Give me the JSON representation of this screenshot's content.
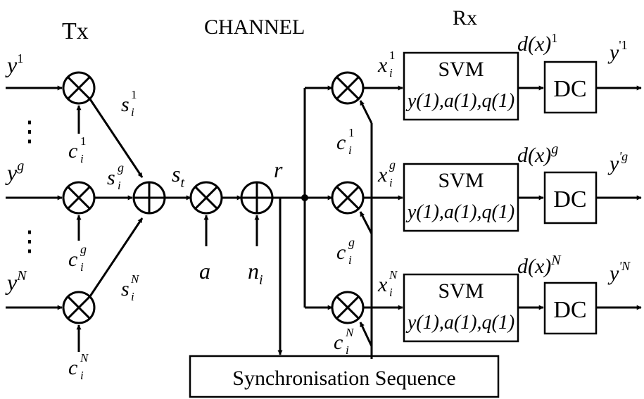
{
  "headers": {
    "tx": "Tx",
    "channel": "CHANNEL",
    "rx": "Rx"
  },
  "tx": {
    "inputs": [
      "y",
      "y",
      "y"
    ],
    "input_sups": [
      "1",
      "g",
      "N"
    ],
    "codes": [
      "c",
      "c",
      "c"
    ],
    "code_subs": [
      "i",
      "i",
      "i"
    ],
    "code_sups": [
      "1",
      "g",
      "N"
    ],
    "spread": [
      "s",
      "s",
      "s"
    ],
    "spread_subs": [
      "i",
      "i",
      "i"
    ],
    "spread_sups": [
      "1",
      "g",
      "N"
    ],
    "ellipsis": "⋮"
  },
  "channel": {
    "sum_signal": "s",
    "sum_signal_sub": "t",
    "attenuation": "a",
    "noise": "n",
    "noise_sub": "i",
    "received": "r"
  },
  "rx": {
    "codes": [
      "c",
      "c",
      "c"
    ],
    "code_subs": [
      "i",
      "i",
      "i"
    ],
    "code_sups": [
      "1",
      "g",
      "N"
    ],
    "despread": [
      "x",
      "x",
      "x"
    ],
    "despread_subs": [
      "i",
      "i",
      "i"
    ],
    "despread_sups": [
      "1",
      "g",
      "N"
    ],
    "svm_title": "SVM",
    "svm_params": "y(1),a(1),q(1)",
    "decision": [
      "d(x)",
      "d(x)",
      "d(x)"
    ],
    "decision_sups": [
      "1",
      "g",
      "N"
    ],
    "dc_label": "DC",
    "outputs": [
      "y",
      "y",
      "y"
    ],
    "output_sups": [
      "'1",
      "'g",
      "'N"
    ]
  },
  "sync": {
    "label": "Synchronisation Sequence"
  }
}
